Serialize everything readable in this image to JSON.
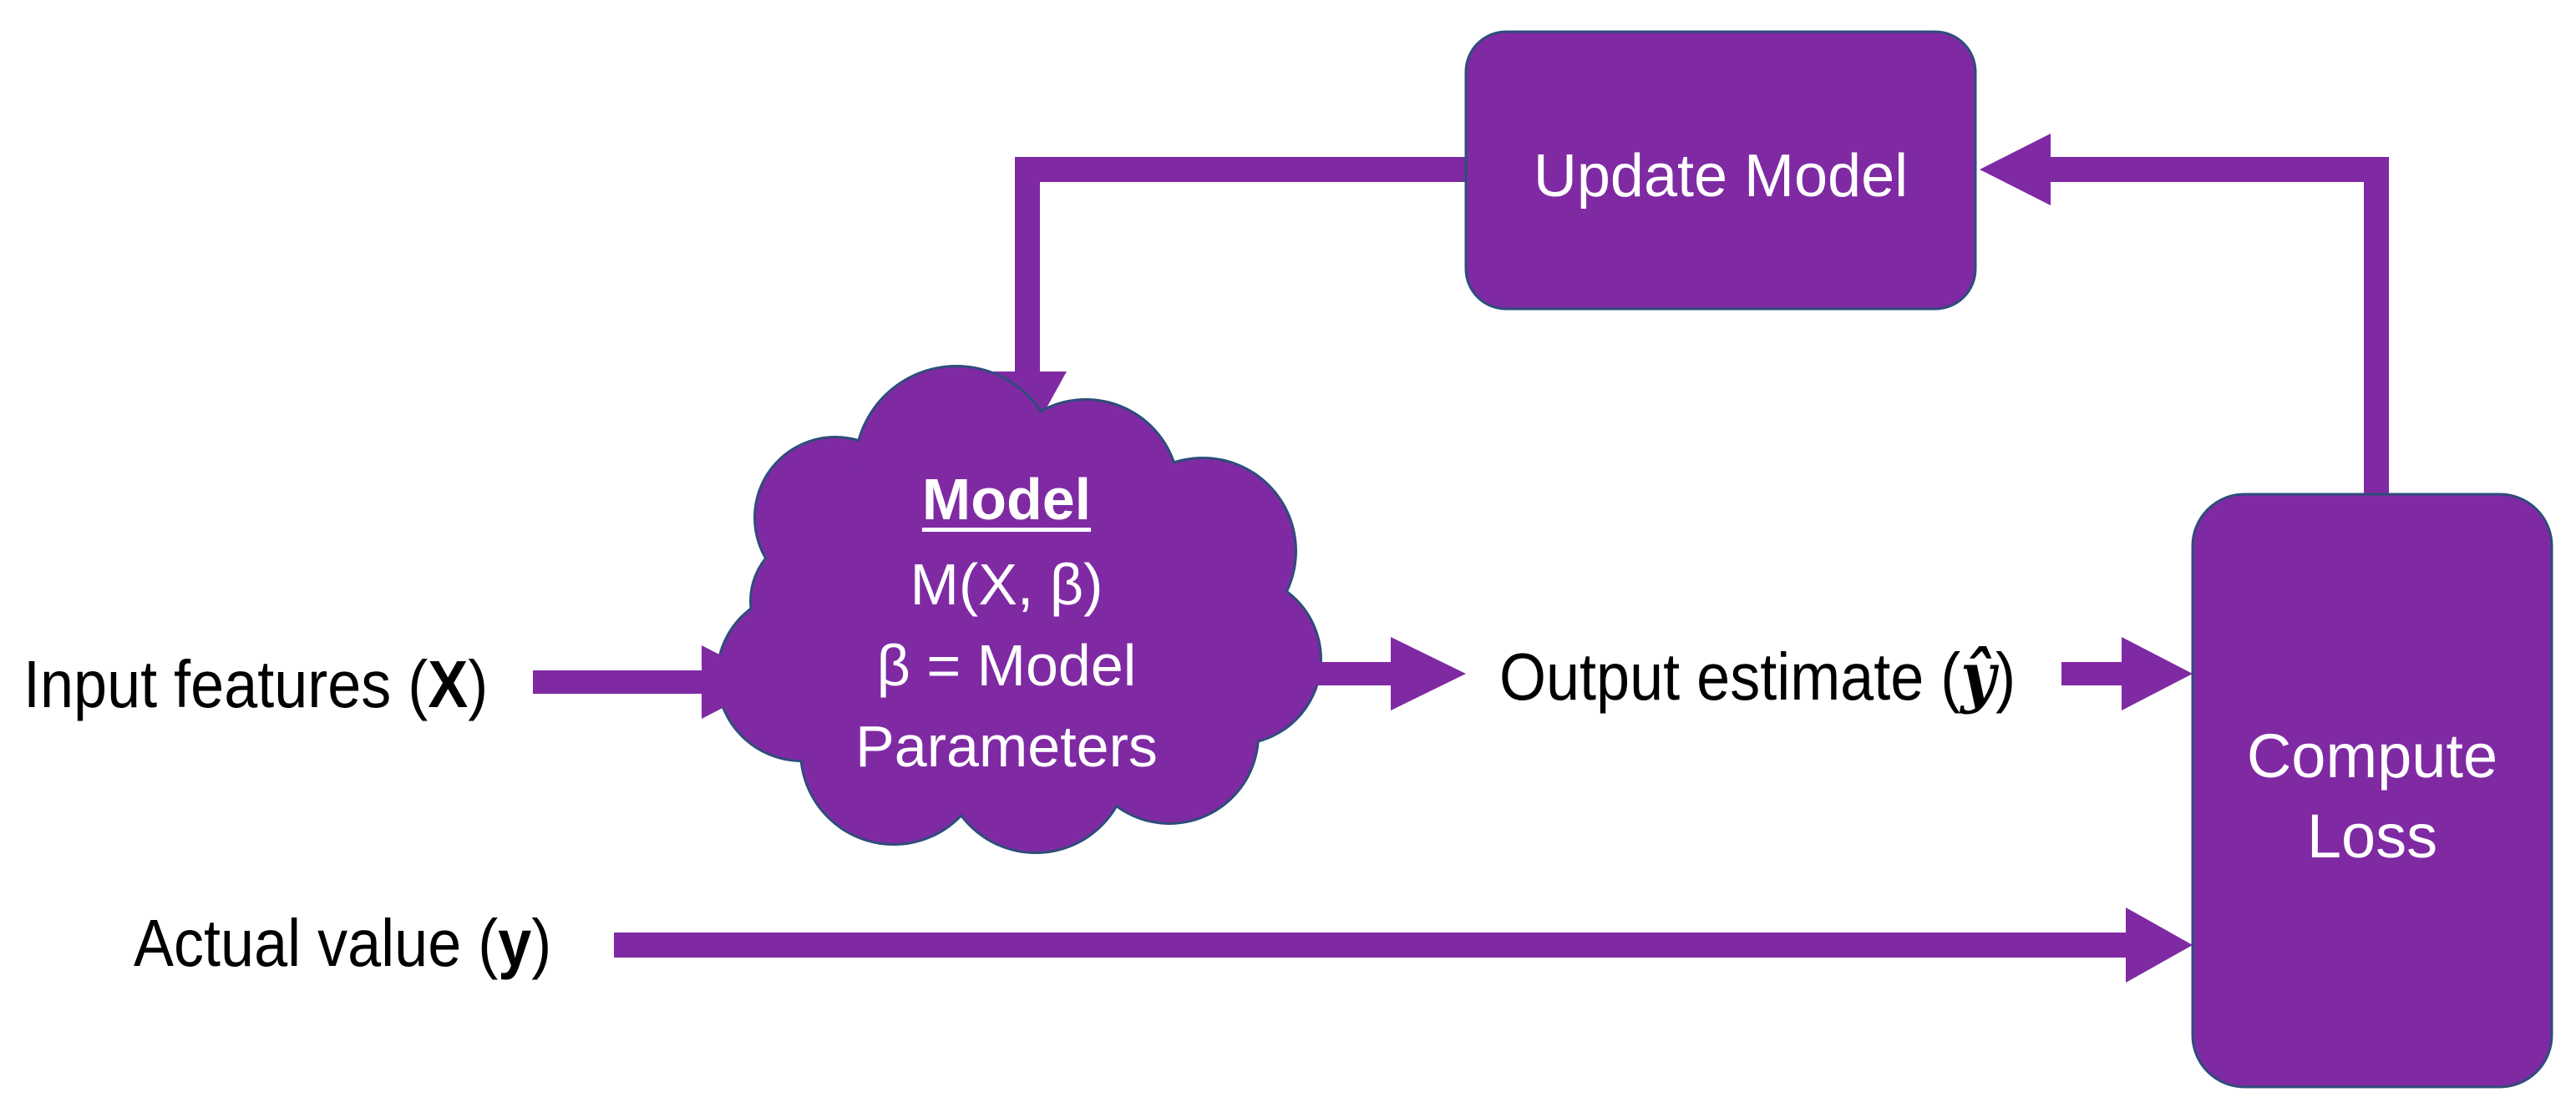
{
  "colors": {
    "accent": "#7F2AA3",
    "border": "#2E4D7B",
    "text_dark": "#000000",
    "text_light": "#FFFFFF"
  },
  "model": {
    "title": "Model",
    "formula": "M(X, β)",
    "line2": "β = Model",
    "line3": "Parameters"
  },
  "update": {
    "label": "Update Model"
  },
  "loss": {
    "line1": "Compute",
    "line2": "Loss"
  },
  "inputs": {
    "features_prefix": "Input features (",
    "features_var": "X",
    "features_suffix": ")",
    "actual_prefix": "Actual value (",
    "actual_var": "y",
    "actual_suffix": ")"
  },
  "output": {
    "prefix": "Output estimate (",
    "var": "ŷ",
    "suffix": ")"
  }
}
